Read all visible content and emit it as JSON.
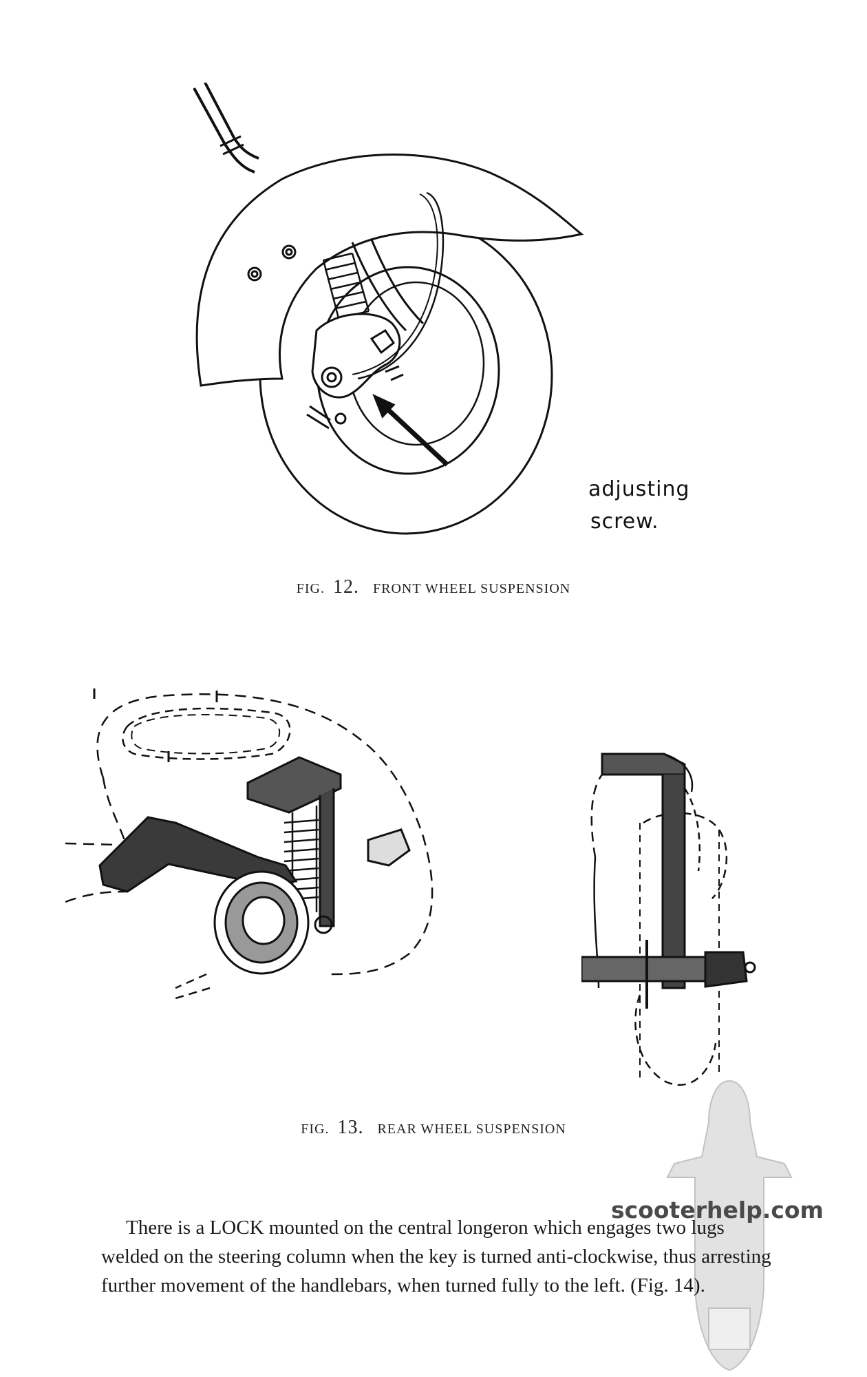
{
  "figure12": {
    "fig_label": "FIG.",
    "fig_number": "12.",
    "title": "FRONT WHEEL SUSPENSION",
    "callout": {
      "line1": "adjusting",
      "line2": "screw."
    }
  },
  "figure13": {
    "fig_label": "FIG.",
    "fig_number": "13.",
    "title": "REAR WHEEL SUSPENSION"
  },
  "body_text": "There is a LOCK mounted on the central longeron which engages two lugs welded on the steering column when the key is turned anti-clockwise, thus arresting further movement of the handlebars, when turned fully to the left. (Fig. 14).",
  "watermark": {
    "text": "scooterhelp.com"
  }
}
